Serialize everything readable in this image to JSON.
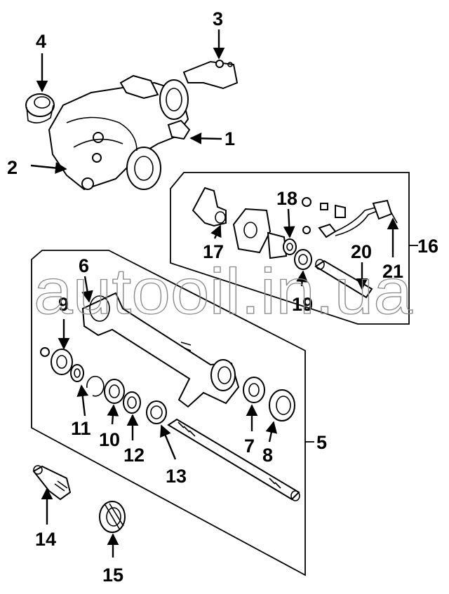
{
  "watermark": "autooil.in.ua",
  "callouts": {
    "c1": "1",
    "c2": "2",
    "c3": "3",
    "c4": "4",
    "c5": "5",
    "c6": "6",
    "c7": "7",
    "c8": "8",
    "c9": "9",
    "c10": "10",
    "c11": "11",
    "c12": "12",
    "c13": "13",
    "c14": "14",
    "c15": "15",
    "c16": "16",
    "c17": "17",
    "c18": "18",
    "c19": "19",
    "c20": "20",
    "c21": "21"
  }
}
